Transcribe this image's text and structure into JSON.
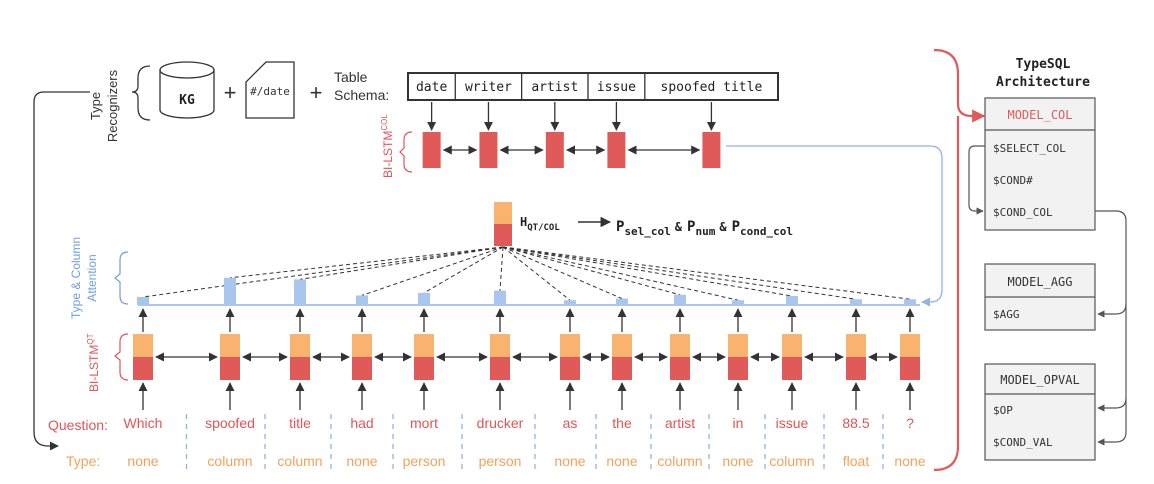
{
  "colors": {
    "red": "#e05a5a",
    "red_text": "#e05555",
    "orange": "#f9b36e",
    "orange_text": "#f3a25a",
    "blue": "#a9c6ee",
    "blue_line": "#8fb4e6",
    "blue_text": "#6e9ee0",
    "dark": "#333333",
    "gray": "#555555",
    "box_fill": "#f2f2f2"
  },
  "top": {
    "type_recognizers_line1": "Type",
    "type_recognizers_line2": "Recognizers",
    "kg_label": "KG",
    "date_label": "#/date",
    "plus": "+",
    "table_line1": "Table",
    "table_line2": "Schema:"
  },
  "schema": {
    "columns": [
      "date",
      "writer",
      "artist",
      "issue",
      "spoofed title"
    ]
  },
  "labels": {
    "bilstm_col": "BI-LSTM",
    "bilstm_col_sup": "COL",
    "bilstm_qt": "BI-LSTM",
    "bilstm_qt_sup": "QT",
    "attention_line1": "Type & Column",
    "attention_line2": "Attention",
    "h_main": "H",
    "h_sub": "QT/COL",
    "p1": "P",
    "p1_sub": "sel_col",
    "amp1": "&",
    "p2": "P",
    "p2_sub": "num",
    "amp2": "&",
    "p3": "P",
    "p3_sub": "cond_col",
    "question_label": "Question:",
    "type_label": "Type:"
  },
  "question": {
    "tokens": [
      "Which",
      "spoofed",
      "title",
      "had",
      "mort",
      "drucker",
      "as",
      "the",
      "artist",
      "in",
      "issue",
      "88.5",
      "?"
    ],
    "types": [
      "none",
      "column",
      "column",
      "none",
      "person",
      "person",
      "none",
      "none",
      "column",
      "none",
      "column",
      "float",
      "none"
    ],
    "attention": [
      0.25,
      0.85,
      0.8,
      0.3,
      0.38,
      0.45,
      0.15,
      0.2,
      0.32,
      0.15,
      0.28,
      0.18,
      0.18
    ]
  },
  "architecture": {
    "title_line1": "TypeSQL",
    "title_line2": "Architecture",
    "model_col": {
      "title": "MODEL_COL",
      "rows": [
        "$SELECT_COL",
        "$COND#",
        "$COND_COL"
      ]
    },
    "model_agg": {
      "title": "MODEL_AGG",
      "rows": [
        "$AGG"
      ]
    },
    "model_opval": {
      "title": "MODEL_OPVAL",
      "rows": [
        "$OP",
        "$COND_VAL"
      ]
    }
  }
}
